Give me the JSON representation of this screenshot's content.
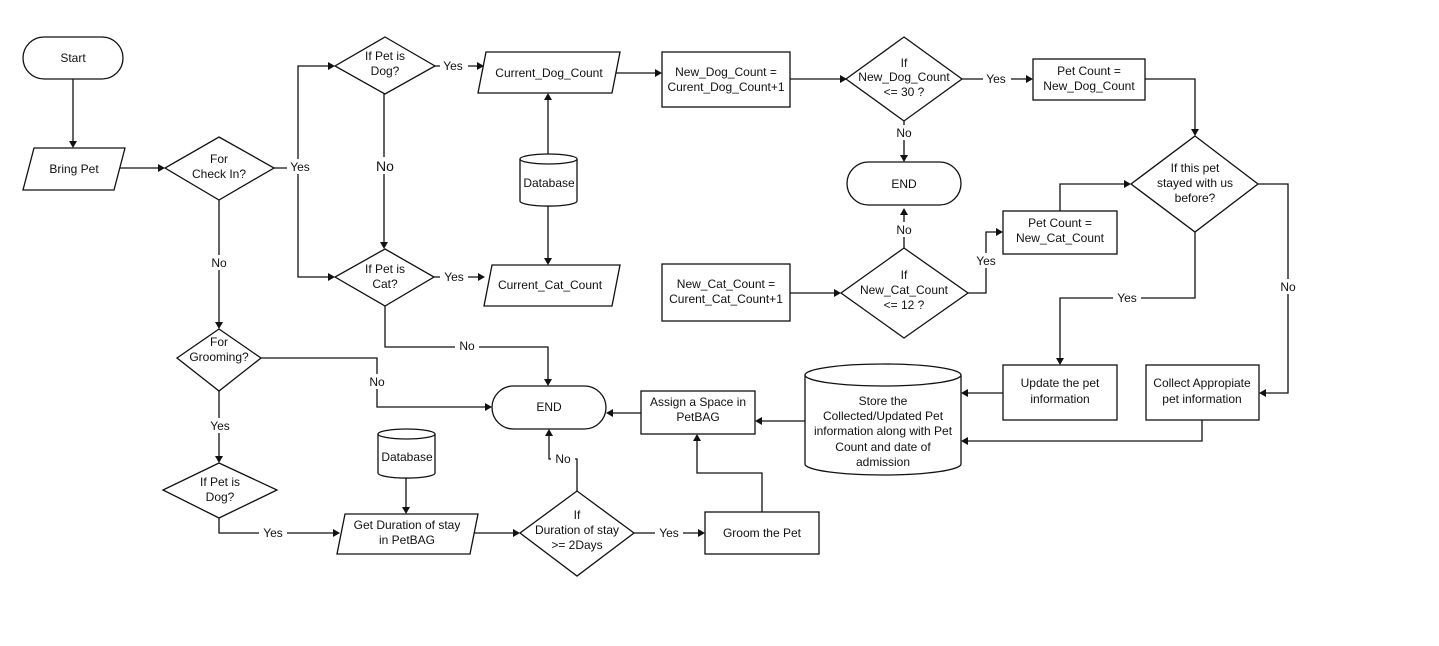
{
  "nodes": {
    "start": "Start",
    "bring_pet": "Bring Pet",
    "for_checkin": [
      "For",
      "Check In?"
    ],
    "pet_dog_1": [
      "If Pet is",
      "Dog?"
    ],
    "pet_cat": [
      "If Pet is",
      "Cat?"
    ],
    "current_dog": "Current_Dog_Count",
    "current_cat": "Current_Cat_Count",
    "database_1": "Database",
    "new_dog_count": [
      "New_Dog_Count =",
      "Curent_Dog_Count+1"
    ],
    "new_cat_count": [
      "New_Cat_Count =",
      "Curent_Cat_Count+1"
    ],
    "dog_check": [
      "If",
      "New_Dog_Count",
      "<= 30 ?"
    ],
    "cat_check": [
      "If",
      "New_Cat_Count",
      "<= 12 ?"
    ],
    "pet_count_dog": [
      "Pet Count =",
      "New_Dog_Count"
    ],
    "pet_count_cat": [
      "Pet Count =",
      "New_Cat_Count"
    ],
    "end_top": "END",
    "stayed_before": [
      "If this pet",
      "stayed with us",
      "before?"
    ],
    "update_info": [
      "Update the pet",
      "information"
    ],
    "collect_info": [
      "Collect Appropiate",
      "pet information"
    ],
    "store_info": [
      "Store the",
      "Collected/Updated Pet",
      "information along with Pet",
      "Count and date of",
      "admission"
    ],
    "assign_space": [
      "Assign a Space in",
      "PetBAG"
    ],
    "end_mid": "END",
    "for_grooming": [
      "For",
      "Grooming?"
    ],
    "pet_dog_2": [
      "If Pet is",
      "Dog?"
    ],
    "database_2": "Database",
    "get_duration": [
      "Get Duration of stay",
      "in PetBAG"
    ],
    "duration_check": [
      "If",
      "Duration of stay",
      ">= 2Days"
    ],
    "groom": "Groom the Pet"
  },
  "edge_labels": {
    "yes": "Yes",
    "no": "No",
    "no_large": "No"
  }
}
